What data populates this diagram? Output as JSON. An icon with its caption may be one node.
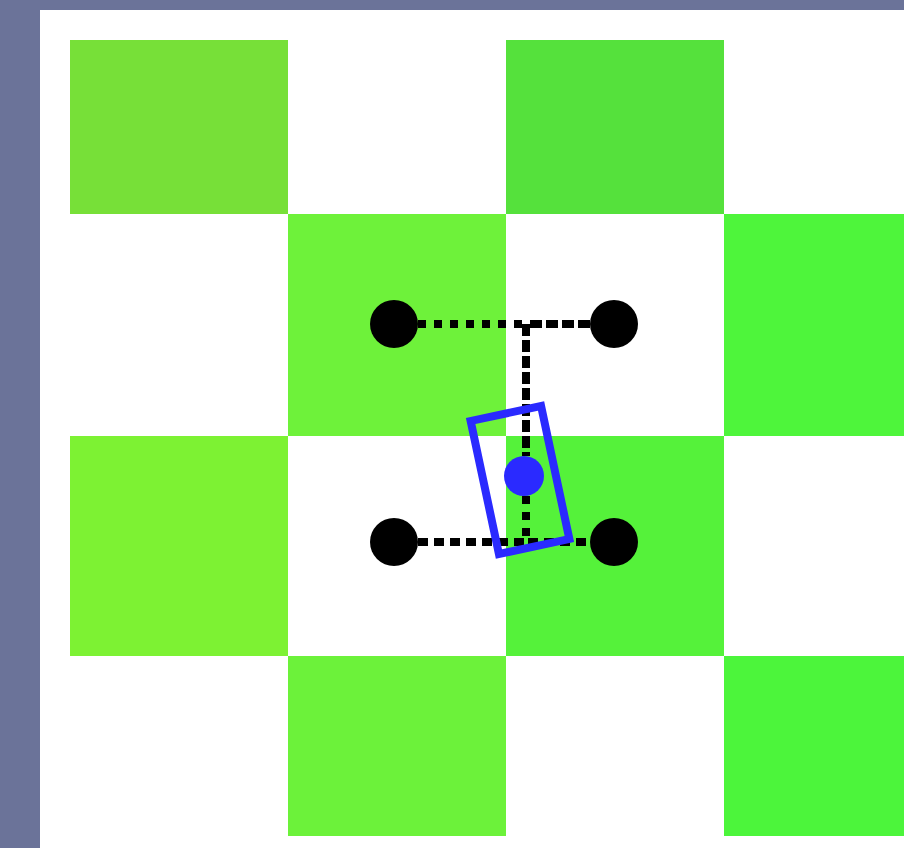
{
  "diagram": {
    "nodes": [
      {
        "text": [],
        "shape": "circle"
      },
      {
        "text": [],
        "shape": "circle"
      },
      {
        "text": [],
        "shape": "box"
      },
      {
        "text": [],
        "shape": "circle",
        "in": 2
      },
      {
        "text": [],
        "shape": "circle"
      },
      {
        "text": [],
        "shape": "circle"
      }
    ],
    "edges": [
      {
        "from": 0,
        "to": 1,
        "arrow": "none",
        "style": "dashed"
      },
      {
        "from": 4,
        "to": 5,
        "arrow": "none",
        "style": "dashed"
      },
      {
        "from": 0,
        "to": 3,
        "arrow": "none",
        "style": "dashed"
      },
      {
        "from": 1,
        "to": 3,
        "arrow": "none",
        "style": "dashed"
      },
      {
        "from": 3,
        "to": 4,
        "arrow": "none",
        "style": "dashed"
      },
      {
        "from": 3,
        "to": 5,
        "arrow": "none",
        "style": "dashed"
      }
    ]
  }
}
